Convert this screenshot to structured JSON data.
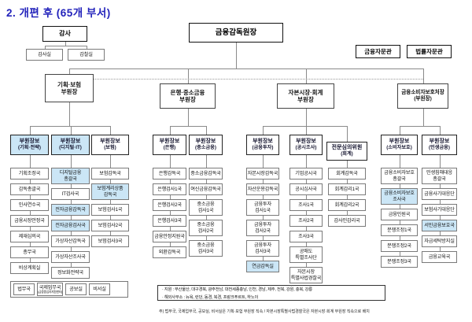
{
  "title": "2. 개편 후 (65개 부서)",
  "audit": {
    "label": "감사",
    "children": [
      "감사실",
      "감찰실"
    ]
  },
  "governor": "금융감독원장",
  "advisors": [
    "금융자문관",
    "법률자문관"
  ],
  "colors": {
    "accent_title": "#2323bb",
    "highlight_fill": "#cbe6f6"
  },
  "groups": [
    {
      "deputy": [
        "기획·보험",
        "부원장"
      ],
      "columns": [
        {
          "head": [
            "부원장보",
            "(기획·전략)"
          ],
          "highlight": true,
          "items": [
            {
              "lines": [
                "기획조정국"
              ]
            },
            {
              "lines": [
                "감독총괄국"
              ]
            },
            {
              "lines": [
                "인사연수국"
              ]
            },
            {
              "lines": [
                "금융시장안정국"
              ]
            },
            {
              "lines": [
                "제재심의국"
              ]
            },
            {
              "lines": [
                "총무국"
              ]
            },
            {
              "lines": [
                "비상계획실"
              ]
            }
          ]
        },
        {
          "head": [
            "부원장보",
            "(디지털·IT)"
          ],
          "highlight": true,
          "items": [
            {
              "lines": [
                "디지털금융",
                "총괄국"
              ],
              "highlight": true
            },
            {
              "lines": [
                "IT검사국"
              ]
            },
            {
              "lines": [
                "전자금융감독국"
              ],
              "highlight": true
            },
            {
              "lines": [
                "전자금융검사국"
              ],
              "highlight": true
            },
            {
              "lines": [
                "가상자산감독국"
              ]
            },
            {
              "lines": [
                "가상자산조사국"
              ]
            },
            {
              "lines": [
                "정보화전략국"
              ]
            }
          ]
        },
        {
          "head": [
            "부원장보",
            "(보험)"
          ],
          "highlight": false,
          "items": [
            {
              "lines": [
                "보험감독국"
              ]
            },
            {
              "lines": [
                "보험계리상품",
                "감독국"
              ],
              "highlight": true
            },
            {
              "lines": [
                "보험검사1국"
              ]
            },
            {
              "lines": [
                "보험검사2국"
              ]
            },
            {
              "lines": [
                "보험검사3국"
              ]
            }
          ]
        }
      ]
    },
    {
      "deputy": [
        "은행·중소금융",
        "부원장"
      ],
      "columns": [
        {
          "head": [
            "부원장보",
            "(은행)"
          ],
          "highlight": false,
          "items": [
            {
              "lines": [
                "은행감독국"
              ]
            },
            {
              "lines": [
                "은행검사1국"
              ]
            },
            {
              "lines": [
                "은행검사2국"
              ]
            },
            {
              "lines": [
                "은행검사3국"
              ]
            },
            {
              "lines": [
                "금융안정지원국"
              ]
            },
            {
              "lines": [
                "외환감독국"
              ]
            }
          ]
        },
        {
          "head": [
            "부원장보",
            "(중소금융)"
          ],
          "highlight": false,
          "items": [
            {
              "lines": [
                "중소금융감독국"
              ]
            },
            {
              "lines": [
                "여신금융감독국"
              ]
            },
            {
              "lines": [
                "중소금융",
                "검사1국"
              ]
            },
            {
              "lines": [
                "중소금융",
                "검사2국"
              ]
            },
            {
              "lines": [
                "중소금융",
                "검사3국"
              ]
            }
          ]
        }
      ]
    },
    {
      "deputy": [
        "자본시장·회계",
        "부원장"
      ],
      "columns": [
        {
          "head": [
            "부원장보",
            "(금융투자)"
          ],
          "highlight": false,
          "items": [
            {
              "lines": [
                "자본시장감독국"
              ]
            },
            {
              "lines": [
                "자산운용감독국"
              ]
            },
            {
              "lines": [
                "금융투자",
                "검사1국"
              ]
            },
            {
              "lines": [
                "금융투자",
                "검사2국"
              ]
            },
            {
              "lines": [
                "금융투자",
                "검사3국"
              ]
            },
            {
              "lines": [
                "연금감독실"
              ],
              "highlight": true
            }
          ]
        },
        {
          "head": [
            "부원장보",
            "(공시조사)"
          ],
          "highlight": false,
          "items": [
            {
              "lines": [
                "기업공시국"
              ]
            },
            {
              "lines": [
                "공시심사국"
              ]
            },
            {
              "lines": [
                "조사1국"
              ]
            },
            {
              "lines": [
                "조사2국"
              ]
            },
            {
              "lines": [
                "조사3국"
              ]
            },
            {
              "lines": [
                "공매도",
                "특별조사단"
              ]
            },
            {
              "lines": [
                "자본시장",
                "특별사법경찰국"
              ]
            }
          ]
        },
        {
          "head": [
            "전문심의위원",
            "(회계)"
          ],
          "highlight": false,
          "items": [
            {
              "lines": [
                "회계감독국"
              ]
            },
            {
              "lines": [
                "회계감리1국"
              ]
            },
            {
              "lines": [
                "회계감리2국"
              ]
            },
            {
              "lines": [
                "감사인감리국"
              ]
            }
          ]
        }
      ]
    },
    {
      "deputy": [
        "금융소비자보호처장",
        "(부원장)"
      ],
      "columns": [
        {
          "head": [
            "부원장보",
            "(소비자보호)"
          ],
          "highlight": false,
          "items": [
            {
              "lines": [
                "금융소비자보호",
                "총괄국"
              ]
            },
            {
              "lines": [
                "금융소비자보호",
                "조사국"
              ],
              "highlight": true
            },
            {
              "lines": [
                "금융민원국"
              ]
            },
            {
              "lines": [
                "분쟁조정1국"
              ]
            },
            {
              "lines": [
                "분쟁조정2국"
              ]
            },
            {
              "lines": [
                "분쟁조정3국"
              ]
            }
          ]
        },
        {
          "head": [
            "부원장보",
            "(민생금융)"
          ],
          "highlight": false,
          "items": [
            {
              "lines": [
                "민생침해대응",
                "총괄국"
              ]
            },
            {
              "lines": [
                "금융사기대응단"
              ]
            },
            {
              "lines": [
                "보험사기대응단"
              ]
            },
            {
              "lines": [
                "서민금융보호국"
              ],
              "highlight": true
            },
            {
              "lines": [
                "자금세탁방지실"
              ]
            },
            {
              "lines": [
                "금융교육국"
              ]
            }
          ]
        }
      ]
    }
  ],
  "direct_row": {
    "items": [
      {
        "label": "법무국"
      },
      {
        "label": "국제업무국",
        "sub": "(금융중심지지원센터)"
      },
      {
        "label": "공보실"
      },
      {
        "label": "비서실"
      }
    ]
  },
  "note_box": {
    "line1": "· 지원 : 부산울산, 대구경북, 광주전남, 대전세종충남, 인천, 경남, 제주, 전북, 강원, 충북, 강릉",
    "line2": "· 해외사무소 : 뉴욕, 런던, 동경, 북경, 프랑크푸르트, 하노이"
  },
  "footnote": "주) 법무국, 국제업무국, 공보실, 비서실은 기획·보험 부원장 직속 / 자본시장특별사법경찰국은 자본시장·회계 부원장 직속으로 배치"
}
